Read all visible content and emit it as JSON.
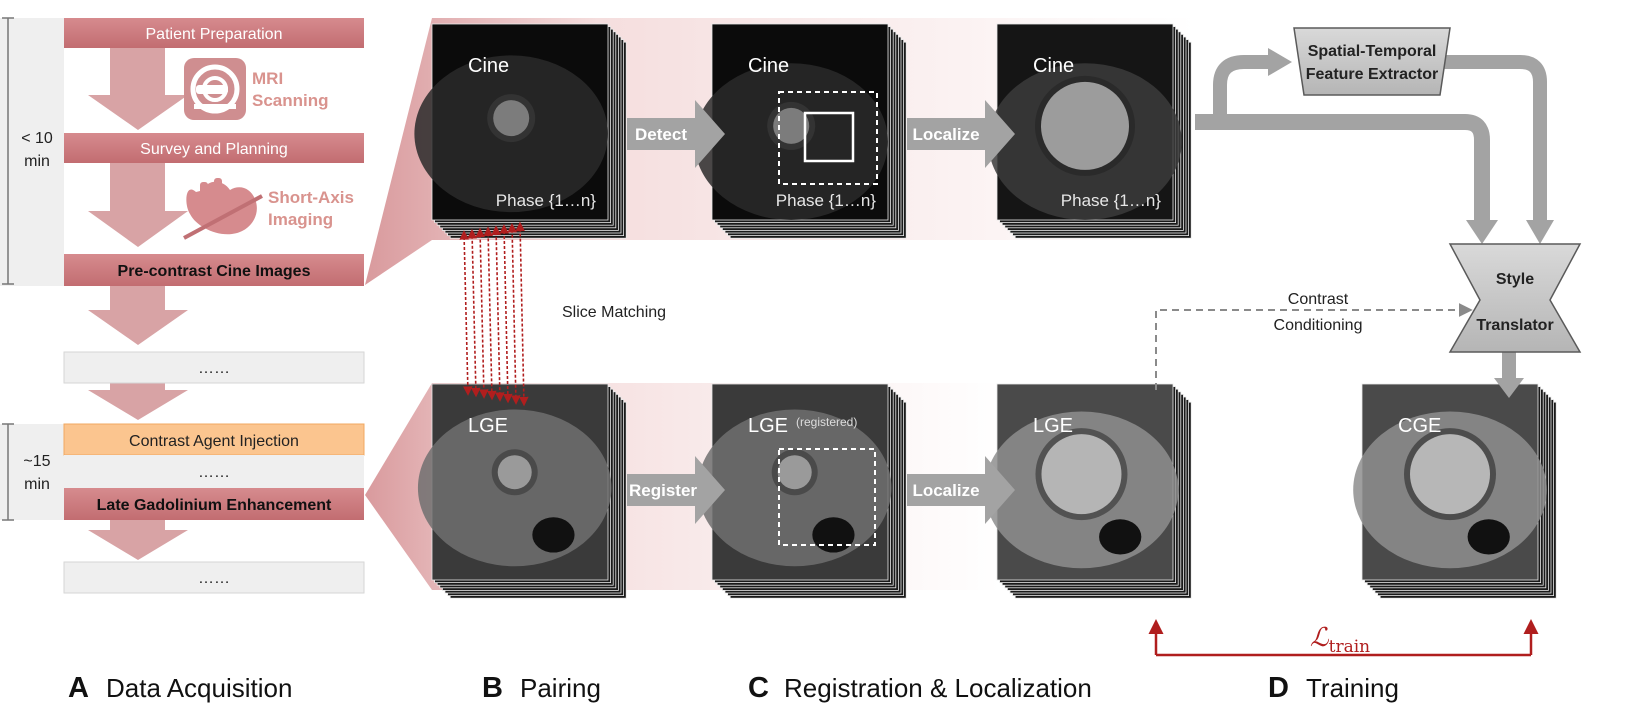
{
  "acquisition": {
    "patient_prep": "Patient Preparation",
    "mri_scanning": [
      "MRI",
      "Scanning"
    ],
    "survey": "Survey and Planning",
    "short_axis": [
      "Short-Axis",
      "Imaging"
    ],
    "precontrast": "Pre-contrast Cine Images",
    "ellipsis": "……",
    "contrast_injection": "Contrast Agent Injection",
    "lge": "Late Gadolinium Enhancement",
    "time1": [
      "< 10",
      "min"
    ],
    "time2": [
      "~15",
      "min"
    ]
  },
  "pairing": {
    "cine": "Cine",
    "lge": "LGE",
    "phase": "Phase {1…n}",
    "slice_matching": "Slice Matching"
  },
  "registration": {
    "detect": "Detect",
    "register": "Register",
    "localize": "Localize",
    "registered_note": "(registered)"
  },
  "training": {
    "feature_extractor": [
      "Spatial-Temporal",
      "Feature Extractor"
    ],
    "style_translator": [
      "Style",
      "Translator"
    ],
    "contrast_conditioning": [
      "Contrast",
      "Conditioning"
    ],
    "cge": "CGE",
    "loss": "ℒ",
    "loss_sub": "train"
  },
  "panels": [
    {
      "letter": "A",
      "name": "Data Acquisition"
    },
    {
      "letter": "B",
      "name": "Pairing"
    },
    {
      "letter": "C",
      "name": "Registration & Localization"
    },
    {
      "letter": "D",
      "name": "Training"
    }
  ],
  "colors": {
    "acq_box": "#c9777a",
    "acq_arrow": "#d8a3a5",
    "orange": "#fbc58f",
    "loss_red": "#b01e1e",
    "flow_gray": "#a3a3a3"
  }
}
